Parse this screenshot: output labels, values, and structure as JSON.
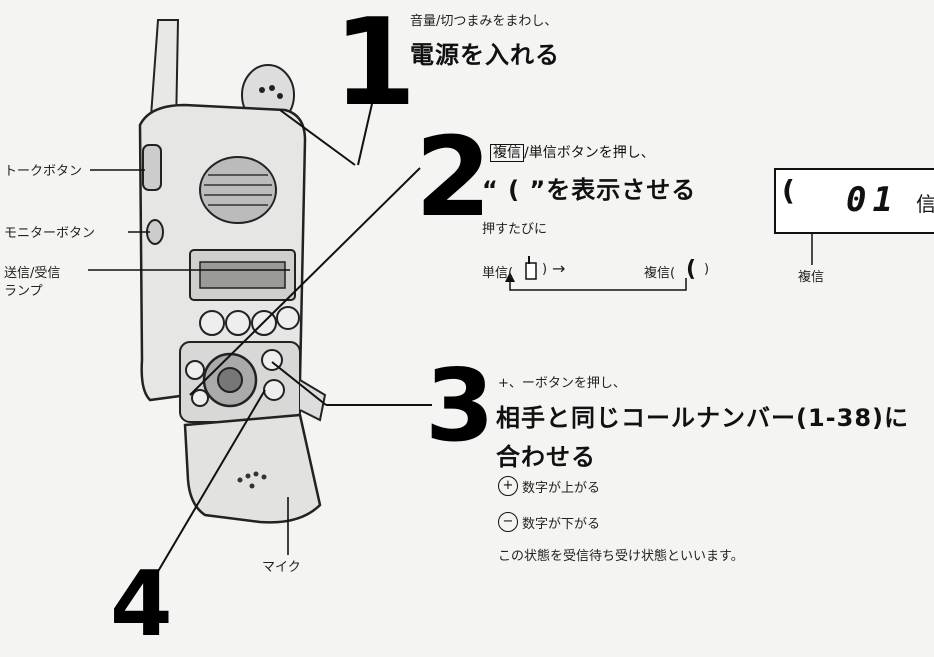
{
  "callouts": {
    "talk_button": "トークボタン",
    "monitor_button": "モニターボタン",
    "tx_rx_lamp_line1": "送信/受信",
    "tx_rx_lamp_line2": "ランプ",
    "mic": "マイク"
  },
  "steps": [
    {
      "number": "1",
      "lines": [
        "音量/切つまみをまわし、",
        "電源を入れる"
      ]
    },
    {
      "number": "2",
      "line1_boxed": "複信",
      "line1_rest": "/単信ボタンを押し、",
      "line2": "“ ( ”を表示させる",
      "cycle_caption": "押すたびに",
      "cycle_left": "単信(",
      "cycle_arrow": "→",
      "cycle_right": "複信(",
      "cycle_close": ")",
      "cycle_close_left": ")"
    },
    {
      "number": "3",
      "lines": [
        "+、ーボタンを押し、",
        "相手と同じコールナンバー(1-38)に",
        "合わせる"
      ],
      "plus_symbol": "+",
      "plus_text": "数字が上がる",
      "minus_symbol": "−",
      "minus_text": "数字が下がる",
      "note": "この状態を受信待ち受け状態といいます。"
    },
    {
      "number": "4"
    }
  ],
  "display": {
    "digits": "01",
    "mode_char": "信",
    "caption": "複信"
  }
}
